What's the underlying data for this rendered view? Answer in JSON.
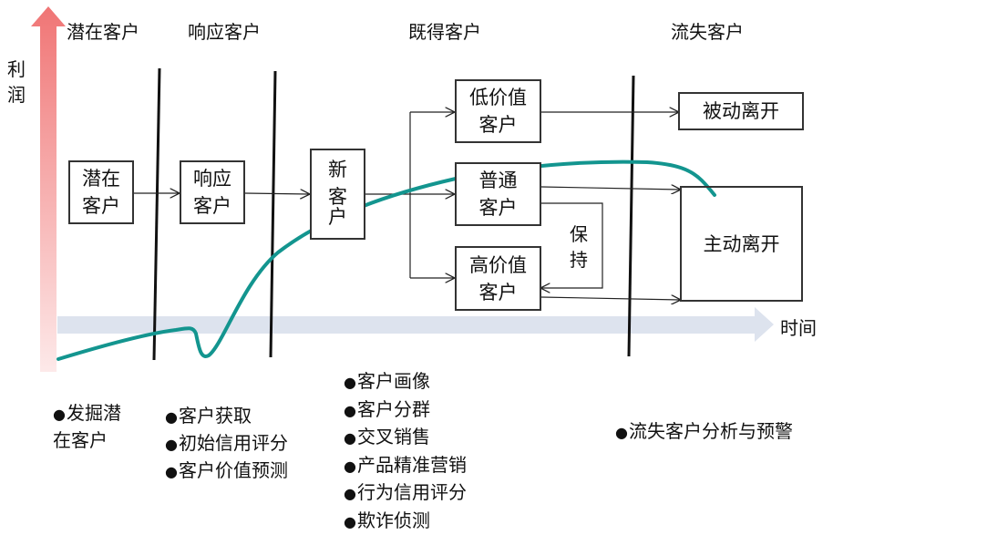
{
  "phases": [
    "潜在客户",
    "响应客户",
    "既得客户",
    "流失客户"
  ],
  "axes": {
    "y_label": "利润",
    "x_label": "时间"
  },
  "boxes": {
    "potential": [
      "潜在",
      "客户"
    ],
    "respond": [
      "响应",
      "客户"
    ],
    "new": [
      "新",
      "客",
      "户"
    ],
    "low_value": [
      "低价值",
      "客户"
    ],
    "normal": [
      "普通",
      "客户"
    ],
    "high_value": [
      "高价值",
      "客户"
    ],
    "passive_leave": "被动离开",
    "active_leave": "主动离开",
    "retain": [
      "保",
      "持"
    ]
  },
  "bullet_marker": "●",
  "bullets": {
    "potential": [
      "发掘潜",
      "在客户"
    ],
    "respond": [
      "客户获取",
      "初始信用评分",
      "客户价值预测"
    ],
    "acquired": [
      "客户画像",
      "客户分群",
      "交叉销售",
      "产品精准营销",
      "行为信用评分",
      "欺诈侦测"
    ],
    "lost": [
      "流失客户分析与预警"
    ]
  },
  "colors": {
    "curve": "#13958f",
    "profit_arrow_top": "#f07575",
    "profit_arrow_bottom": "#fde9e9",
    "time_arrow": "#dde3ee",
    "lines": "#222222"
  }
}
